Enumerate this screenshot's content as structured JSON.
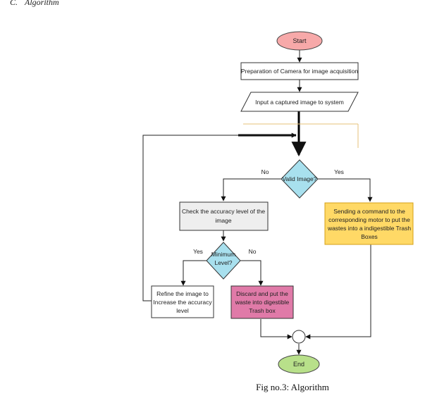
{
  "heading": {
    "number": "C.",
    "title": "Algorithm"
  },
  "flowchart": {
    "start": "Start",
    "end": "End",
    "step_prepare": "Preparation of Camera for image acquisition",
    "step_input": "Input a captured image to system",
    "decision_valid": "Valid Image?",
    "branch_no": "No",
    "branch_yes": "Yes",
    "step_check_line1": "Check the accuracy level of the",
    "step_check_line2": "image",
    "decision_min_line1": "Minimum",
    "decision_min_line2": "Level?",
    "min_yes": "Yes",
    "min_no": "No",
    "step_refine_line1": "Refine the image to",
    "step_refine_line2": "Increase the accuracy",
    "step_refine_line3": "level",
    "step_discard_line1": "Discard and put the",
    "step_discard_line2": "waste into digestible",
    "step_discard_line3": "Trash box",
    "step_send_line1": "Sending a command to the",
    "step_send_line2": "corresponding motor to put the",
    "step_send_line3": "wastes into a indigestible Trash",
    "step_send_line4": "Boxes"
  },
  "colors": {
    "start_fill": "#f7a9a9",
    "end_fill": "#b8e08a",
    "decision_fill": "#a8e0ee",
    "check_fill": "#eeeeee",
    "discard_fill": "#e07aa8",
    "send_fill": "#ffd966"
  },
  "caption": "Fig no.3: Algorithm"
}
